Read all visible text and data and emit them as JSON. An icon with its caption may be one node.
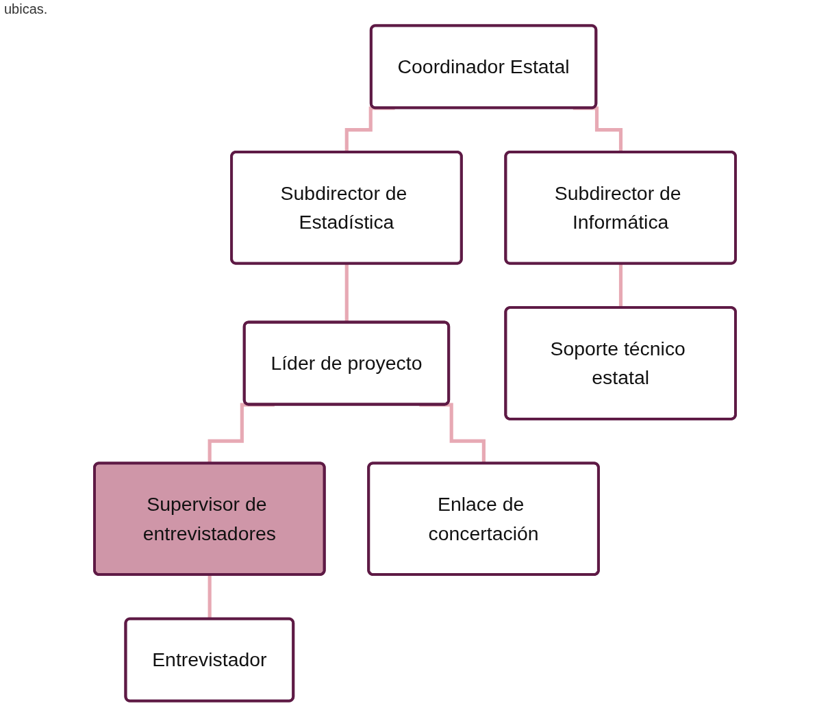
{
  "diagram": {
    "nodes": [
      {
        "text": [
          "Coordinador Estatal"
        ]
      },
      {
        "text": [
          "Subdirector de Estadística"
        ]
      },
      {
        "text": [
          "Subdirector de Informática"
        ]
      },
      {
        "text": [
          "Líder de proyecto"
        ]
      },
      {
        "text": [
          "Soporte técnico estatal"
        ]
      },
      {
        "text": [
          "Supervisor de entrevistadores"
        ]
      },
      {
        "text": [
          "Entrevistador"
        ]
      },
      {
        "text": [
          "Enlace de concertación"
        ]
      }
    ],
    "edges": [
      {
        "from": 0,
        "to": 1,
        "arrow": "none"
      },
      {
        "from": 0,
        "to": 2,
        "arrow": "none"
      },
      {
        "from": 1,
        "to": 3,
        "arrow": "none"
      },
      {
        "from": 2,
        "to": 4,
        "arrow": "none"
      },
      {
        "from": 3,
        "to": 5,
        "arrow": "none"
      },
      {
        "from": 5,
        "to": 6,
        "arrow": "none"
      },
      {
        "from": 3,
        "to": 7,
        "arrow": "none"
      }
    ],
    "labels": [
      "ubicas."
    ]
  }
}
